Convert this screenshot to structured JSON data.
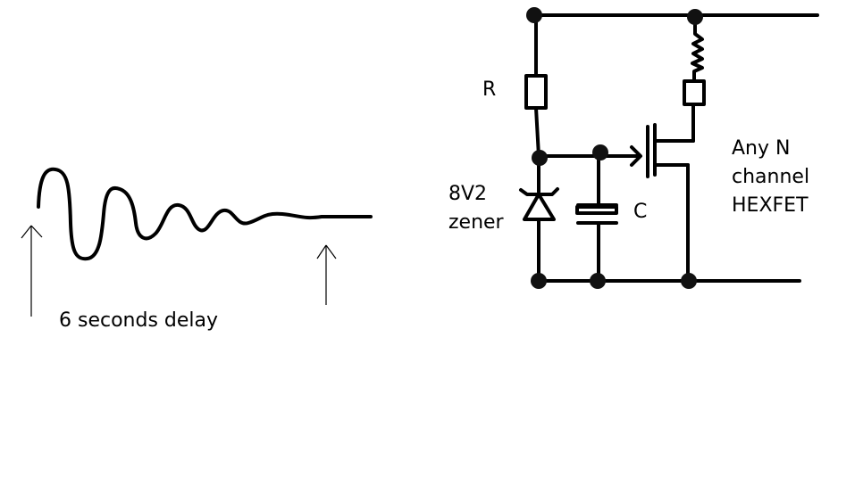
{
  "labels": {
    "resistor": "R",
    "capacitor": "C",
    "zener": [
      "8V2",
      "zener"
    ],
    "mosfet": [
      "Any N",
      "channel",
      "HEXFET"
    ],
    "delay": "6 seconds delay"
  },
  "colors": {
    "ink": "#000000",
    "background": "#ffffff"
  }
}
